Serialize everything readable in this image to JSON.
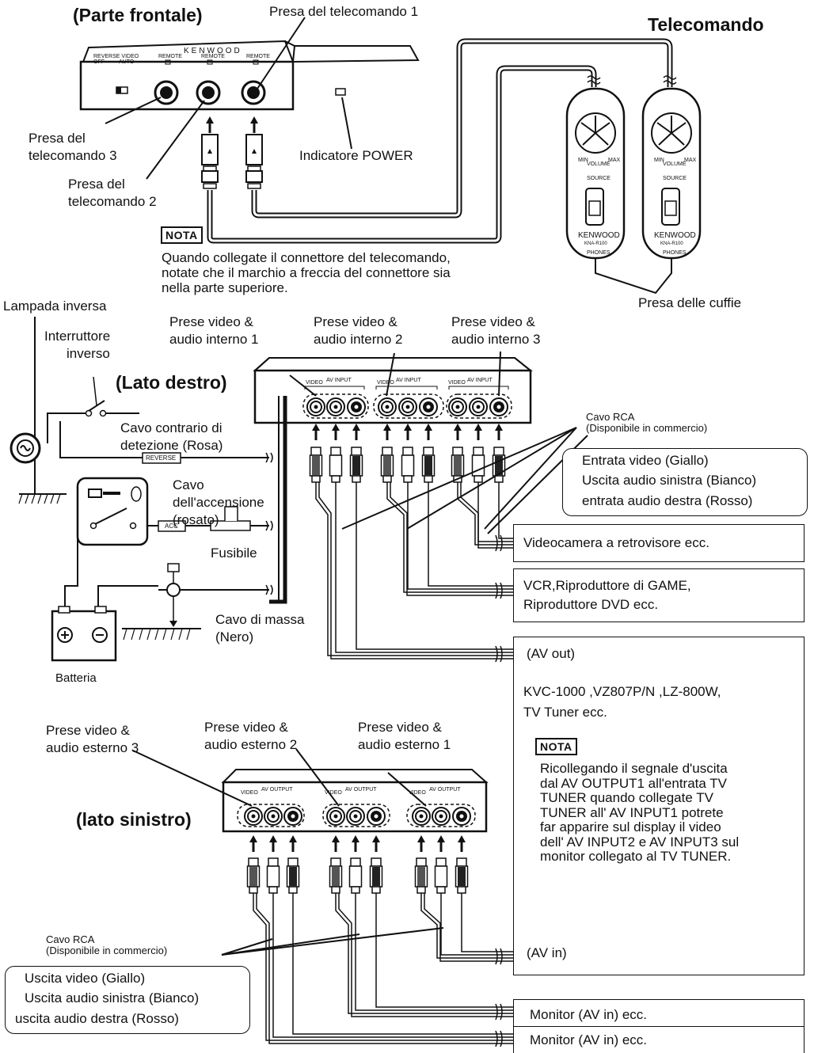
{
  "headings": {
    "front": "(Parte frontale)",
    "remote": "Telecomando",
    "right_side": "(Lato destro)",
    "left_side": "(lato sinistro)"
  },
  "front": {
    "remote_jack_1": "Presa del telecomando 1",
    "remote_jack_3": [
      "Presa del",
      "telecomando 3"
    ],
    "remote_jack_2": [
      "Presa del",
      "telecomando 2"
    ],
    "power_indicator": "Indicatore POWER",
    "brand": "KENWOOD",
    "panel_labels": {
      "reverse_video": "REVERSE VIDEO",
      "off": "OFF",
      "auto": "AUTO",
      "remote": "REMOTE"
    }
  },
  "nota_label": "NOTA",
  "nota_1": [
    "Quando collegate il connettore del telecomando,",
    "notate che il marchio a freccia del connettore sia",
    "nella parte superiore."
  ],
  "remote_unit": {
    "headphone_jack": "Presa delle cuffie",
    "volume": "VOLUME",
    "min": "MIN",
    "max": "MAX",
    "source": "SOURCE",
    "brand": "KENWOOD",
    "model": "KNA-R100",
    "phones": "PHONES"
  },
  "right": {
    "reverse_lamp": "Lampada inversa",
    "reverse_switch": [
      "Interruttore",
      "inverso"
    ],
    "input_1": [
      "Prese video &",
      "audio interno 1"
    ],
    "input_2": [
      "Prese video &",
      "audio interno 2"
    ],
    "input_3": [
      "Prese video &",
      "audio interno 3"
    ],
    "reverse_cable": [
      "Cavo contrario di",
      "detezione (Rosa)"
    ],
    "reverse_tag": "REVERSE",
    "acc_cable": [
      "Cavo",
      "dell'accensione",
      "(rosato)"
    ],
    "acc_tag": "ACC",
    "fuse": "Fusibile",
    "ground_cable": [
      "Cavo di massa",
      "(Nero)"
    ],
    "battery": "Batteria",
    "panel_label": "AV INPUT",
    "video": "VIDEO"
  },
  "rca_1": [
    "Cavo RCA",
    "(Disponibile in commercio)"
  ],
  "input_colors": [
    "Entrata video (Giallo)",
    "Uscita audio sinistra (Bianco)",
    "entrata audio destra (Rosso)"
  ],
  "devices_in": {
    "rear_camera": "Videocamera a retrovisore ecc.",
    "vcr": [
      "VCR,Riproduttore di GAME,",
      "Riproduttore DVD ecc."
    ],
    "av_out": "(AV out)",
    "models": [
      "KVC-1000 ,VZ807P/N ,LZ-800W,",
      "TV Tuner ecc."
    ],
    "av_in": "(AV in)"
  },
  "nota_2": [
    "Ricollegando il segnale d'uscita",
    "dal AV OUTPUT1 all'entrata TV",
    "TUNER quando collegate  TV",
    "TUNER  all' AV INPUT1 potrete",
    "far apparire sul display il video",
    "dell' AV INPUT2 e AV INPUT3 sul",
    "monitor collegato al TV TUNER."
  ],
  "left": {
    "output_3": [
      "Prese  video &",
      "audio esterno 3"
    ],
    "output_2": [
      "Prese  video &",
      "audio esterno 2"
    ],
    "output_1": [
      "Prese  video &",
      "audio esterno 1"
    ],
    "panel_label": "AV OUTPUT",
    "video": "VIDEO"
  },
  "rca_2": [
    "Cavo RCA",
    "(Disponibile in commercio)"
  ],
  "output_colors": [
    "Uscita video (Giallo)",
    "Uscita audio sinistra (Bianco)",
    "uscita audio destra (Rosso)"
  ],
  "monitor_1": "Monitor (AV in) ecc.",
  "monitor_2": "Monitor (AV in) ecc."
}
